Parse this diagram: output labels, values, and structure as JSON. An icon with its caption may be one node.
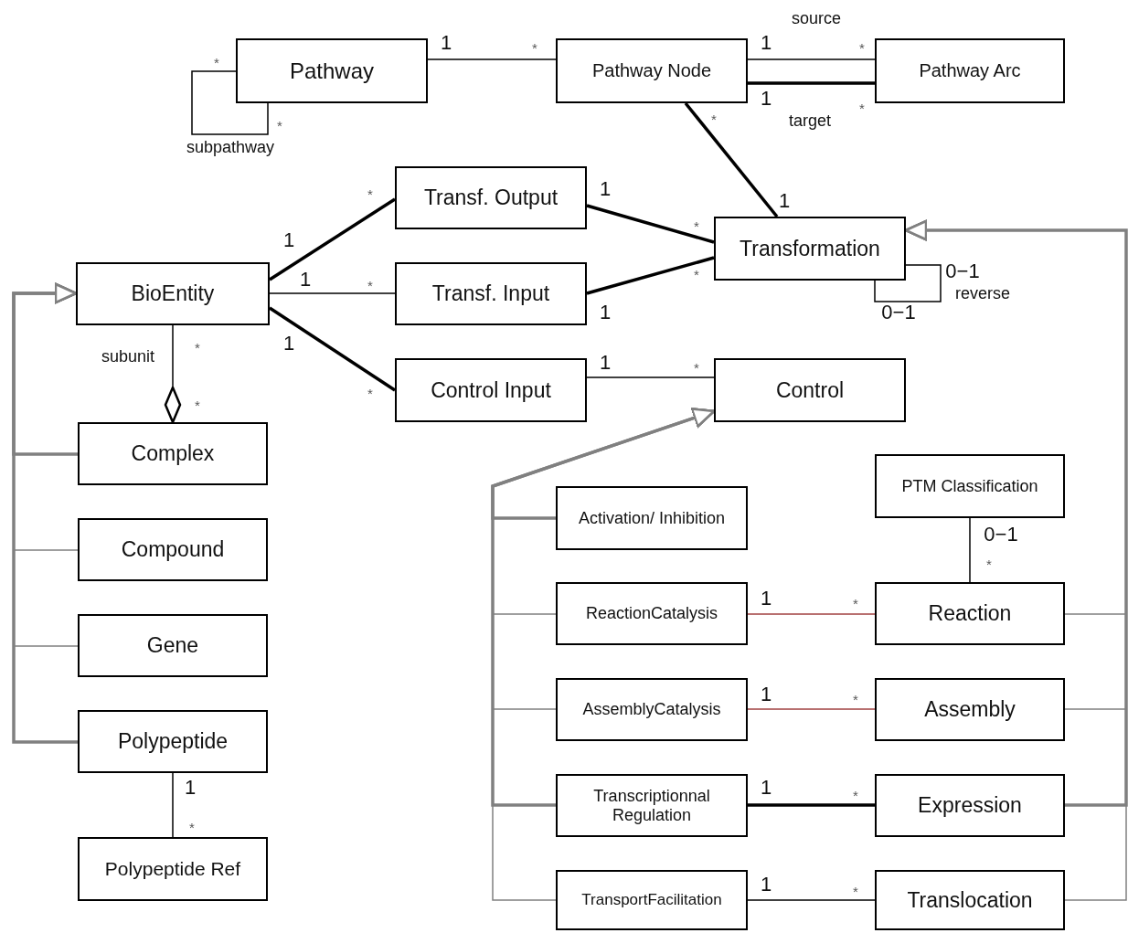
{
  "diagram": {
    "nodes": [
      {
        "text": [
          "Pathway"
        ]
      },
      {
        "text": [
          "Pathway Node"
        ]
      },
      {
        "text": [
          "Pathway Arc"
        ]
      },
      {
        "text": [
          "Transf. Output"
        ]
      },
      {
        "text": [
          "Transformation"
        ]
      },
      {
        "text": [
          "BioEntity"
        ]
      },
      {
        "text": [
          "Transf. Input"
        ]
      },
      {
        "text": [
          "Control Input"
        ]
      },
      {
        "text": [
          "Control"
        ]
      },
      {
        "text": [
          "Complex"
        ]
      },
      {
        "text": [
          "PTM Classification"
        ]
      },
      {
        "text": [
          "Compound"
        ]
      },
      {
        "text": [
          "Activation/ Inhibition"
        ]
      },
      {
        "text": [
          "Gene"
        ]
      },
      {
        "text": [
          "ReactionCatalysis"
        ]
      },
      {
        "text": [
          "Reaction"
        ]
      },
      {
        "text": [
          "AssemblyCatalysis"
        ]
      },
      {
        "text": [
          "Assembly"
        ]
      },
      {
        "text": [
          "Polypeptide"
        ]
      },
      {
        "text": [
          "Transcriptionnal Regulation"
        ]
      },
      {
        "text": [
          "Expression"
        ]
      },
      {
        "text": [
          "Polypeptide Ref"
        ]
      },
      {
        "text": [
          "TransportFacilitation"
        ]
      },
      {
        "text": [
          "Translocation"
        ]
      }
    ],
    "edges": [
      {
        "from": 0,
        "to": 0,
        "arrow": "none",
        "label": "subpathway"
      },
      {
        "from": 0,
        "to": 1,
        "arrow": "none"
      },
      {
        "from": 1,
        "to": 2,
        "arrow": "none",
        "label": "source"
      },
      {
        "from": 1,
        "to": 2,
        "arrow": "none",
        "label": "target",
        "style": "thick"
      },
      {
        "from": 1,
        "to": 4,
        "arrow": "none",
        "style": "thick"
      },
      {
        "from": 5,
        "to": 3,
        "arrow": "none",
        "style": "thick"
      },
      {
        "from": 5,
        "to": 6,
        "arrow": "none"
      },
      {
        "from": 5,
        "to": 7,
        "arrow": "none",
        "style": "thick"
      },
      {
        "from": 3,
        "to": 4,
        "arrow": "none",
        "style": "thick"
      },
      {
        "from": 6,
        "to": 4,
        "arrow": "none",
        "style": "thick"
      },
      {
        "from": 4,
        "to": 4,
        "arrow": "none",
        "label": "reverse"
      },
      {
        "from": 7,
        "to": 8,
        "arrow": "none"
      },
      {
        "from": 5,
        "to": 9,
        "arrow": "other",
        "label": "subunit"
      },
      {
        "from": 9,
        "to": 5,
        "arrow": "to",
        "color": "#808080",
        "style": "thick"
      },
      {
        "from": 11,
        "to": 5,
        "arrow": "to",
        "color": "#808080"
      },
      {
        "from": 13,
        "to": 5,
        "arrow": "to",
        "color": "#808080"
      },
      {
        "from": 18,
        "to": 5,
        "arrow": "to",
        "color": "#808080",
        "style": "thick"
      },
      {
        "from": 18,
        "to": 21,
        "arrow": "none"
      },
      {
        "from": 10,
        "to": 15,
        "arrow": "none"
      },
      {
        "from": 14,
        "to": 15,
        "arrow": "none",
        "color": "#a04040"
      },
      {
        "from": 16,
        "to": 17,
        "arrow": "none",
        "color": "#a04040"
      },
      {
        "from": 19,
        "to": 20,
        "arrow": "none",
        "style": "thick"
      },
      {
        "from": 22,
        "to": 23,
        "arrow": "none"
      },
      {
        "from": 12,
        "to": 8,
        "arrow": "to",
        "color": "#808080",
        "style": "thick"
      },
      {
        "from": 14,
        "to": 8,
        "arrow": "to",
        "color": "#808080"
      },
      {
        "from": 16,
        "to": 8,
        "arrow": "to",
        "color": "#808080"
      },
      {
        "from": 19,
        "to": 8,
        "arrow": "to",
        "color": "#808080",
        "style": "thick"
      },
      {
        "from": 22,
        "to": 8,
        "arrow": "to",
        "color": "#808080"
      },
      {
        "from": 15,
        "to": 4,
        "arrow": "to",
        "color": "#808080"
      },
      {
        "from": 17,
        "to": 4,
        "arrow": "to",
        "color": "#808080"
      },
      {
        "from": 20,
        "to": 4,
        "arrow": "to",
        "color": "#808080",
        "style": "thick"
      },
      {
        "from": 23,
        "to": 4,
        "arrow": "to",
        "color": "#808080"
      }
    ],
    "labels": [
      "1",
      "1",
      "*",
      "*",
      "*",
      "1",
      "*",
      "*",
      "*",
      "1",
      "*",
      "1",
      "*",
      "1",
      "0−1",
      "*",
      "1",
      "*",
      "1",
      "0−1",
      "1",
      "*",
      "1",
      "*",
      "*",
      "*",
      "0−1",
      "*",
      "1",
      "*",
      "1",
      "*",
      "1",
      "1",
      "*",
      "*",
      "1",
      "*"
    ]
  }
}
